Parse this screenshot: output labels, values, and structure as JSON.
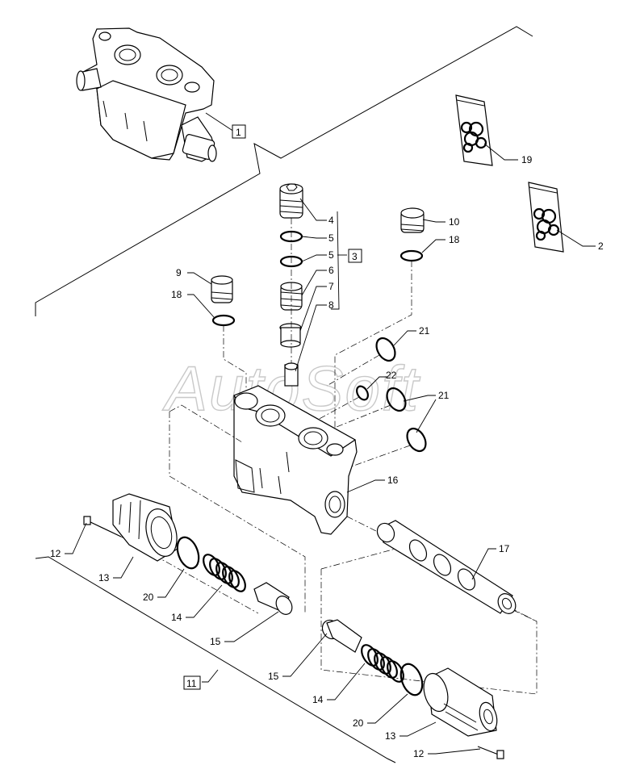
{
  "watermark": "AutoSoft",
  "callouts": {
    "c1": "1",
    "c2": "2",
    "c3": "3",
    "c4": "4",
    "c5a": "5",
    "c5b": "5",
    "c6": "6",
    "c7": "7",
    "c8": "8",
    "c9": "9",
    "c10": "10",
    "c11": "11",
    "c12a": "12",
    "c12b": "12",
    "c13a": "13",
    "c13b": "13",
    "c14a": "14",
    "c14b": "14",
    "c15a": "15",
    "c15b": "15",
    "c16": "16",
    "c17": "17",
    "c18a": "18",
    "c18b": "18",
    "c19": "19",
    "c20a": "20",
    "c20b": "20",
    "c21a": "21",
    "c21b": "21",
    "c22": "22"
  }
}
